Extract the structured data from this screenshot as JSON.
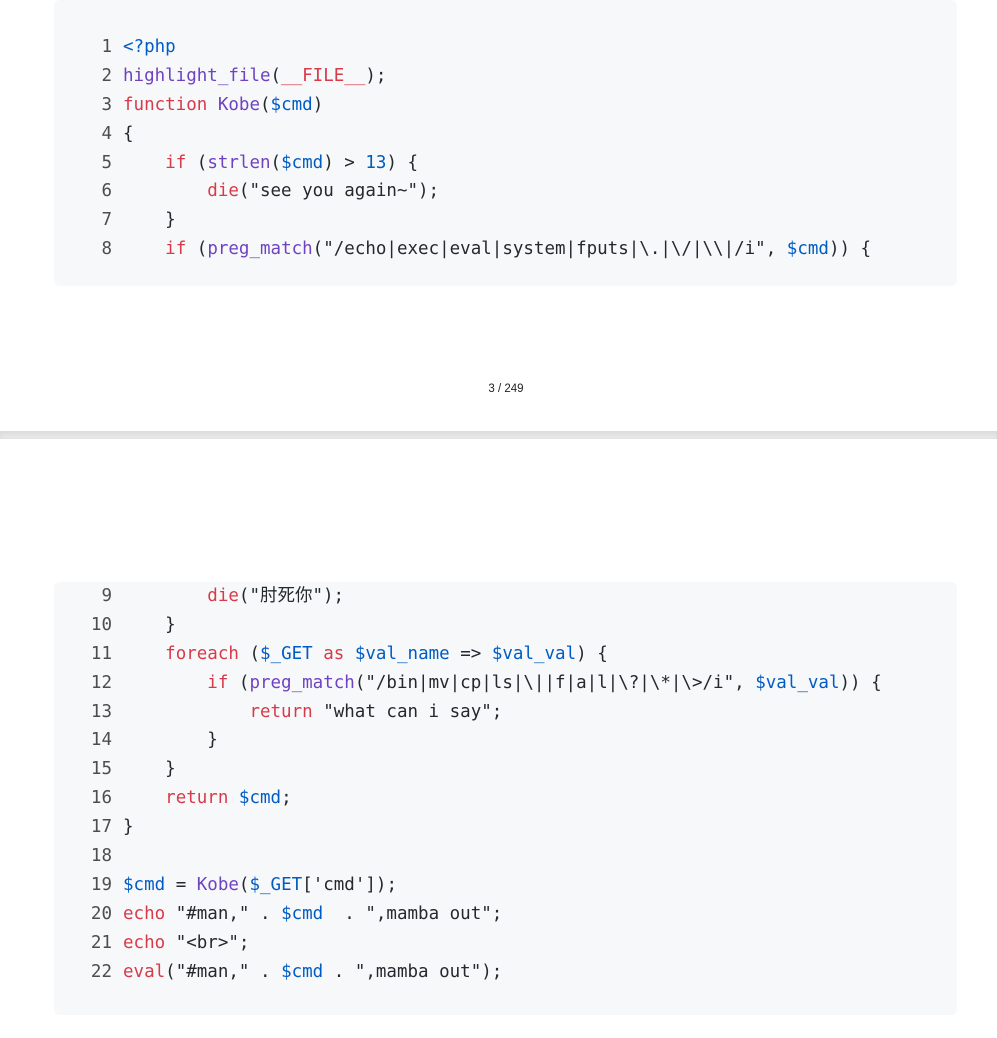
{
  "page_number": "3 / 249",
  "code_block_1": {
    "lines": [
      {
        "num": "1",
        "tokens": [
          {
            "t": "<?php",
            "k": "var"
          }
        ]
      },
      {
        "num": "2",
        "tokens": [
          {
            "t": "highlight_file",
            "k": "fn"
          },
          {
            "t": "(",
            "k": "p"
          },
          {
            "t": "__FILE__",
            "k": "kw"
          },
          {
            "t": ");",
            "k": "p"
          }
        ]
      },
      {
        "num": "3",
        "tokens": [
          {
            "t": "function",
            "k": "kw"
          },
          {
            "t": " ",
            "k": "p"
          },
          {
            "t": "Kobe",
            "k": "fn"
          },
          {
            "t": "(",
            "k": "p"
          },
          {
            "t": "$cmd",
            "k": "var"
          },
          {
            "t": ")",
            "k": "p"
          }
        ]
      },
      {
        "num": "4",
        "tokens": [
          {
            "t": "{",
            "k": "p"
          }
        ]
      },
      {
        "num": "5",
        "tokens": [
          {
            "t": "    ",
            "k": "p"
          },
          {
            "t": "if",
            "k": "kw"
          },
          {
            "t": " (",
            "k": "p"
          },
          {
            "t": "strlen",
            "k": "fn"
          },
          {
            "t": "(",
            "k": "p"
          },
          {
            "t": "$cmd",
            "k": "var"
          },
          {
            "t": ") > ",
            "k": "p"
          },
          {
            "t": "13",
            "k": "num"
          },
          {
            "t": ") {",
            "k": "p"
          }
        ]
      },
      {
        "num": "6",
        "tokens": [
          {
            "t": "        ",
            "k": "p"
          },
          {
            "t": "die",
            "k": "kw"
          },
          {
            "t": "(\"see you again~\");",
            "k": "str"
          }
        ]
      },
      {
        "num": "7",
        "tokens": [
          {
            "t": "    }",
            "k": "p"
          }
        ]
      },
      {
        "num": "8",
        "tokens": [
          {
            "t": "    ",
            "k": "p"
          },
          {
            "t": "if",
            "k": "kw"
          },
          {
            "t": " (",
            "k": "p"
          },
          {
            "t": "preg_match",
            "k": "fn"
          },
          {
            "t": "(\"/echo|exec|eval|system|fputs|\\.|\\/|\\\\|/i\", ",
            "k": "str"
          },
          {
            "t": "$cmd",
            "k": "var"
          },
          {
            "t": ")) {",
            "k": "p"
          }
        ]
      }
    ]
  },
  "code_block_2": {
    "lines": [
      {
        "num": "9",
        "tokens": [
          {
            "t": "        ",
            "k": "p"
          },
          {
            "t": "die",
            "k": "kw"
          },
          {
            "t": "(\"肘死你\");",
            "k": "str"
          }
        ]
      },
      {
        "num": "10",
        "tokens": [
          {
            "t": "    }",
            "k": "p"
          }
        ]
      },
      {
        "num": "11",
        "tokens": [
          {
            "t": "    ",
            "k": "p"
          },
          {
            "t": "foreach",
            "k": "kw"
          },
          {
            "t": " (",
            "k": "p"
          },
          {
            "t": "$_GET",
            "k": "var"
          },
          {
            "t": " ",
            "k": "p"
          },
          {
            "t": "as",
            "k": "kw"
          },
          {
            "t": " ",
            "k": "p"
          },
          {
            "t": "$val_name",
            "k": "var"
          },
          {
            "t": " => ",
            "k": "p"
          },
          {
            "t": "$val_val",
            "k": "var"
          },
          {
            "t": ") {",
            "k": "p"
          }
        ]
      },
      {
        "num": "12",
        "tokens": [
          {
            "t": "        ",
            "k": "p"
          },
          {
            "t": "if",
            "k": "kw"
          },
          {
            "t": " (",
            "k": "p"
          },
          {
            "t": "preg_match",
            "k": "fn"
          },
          {
            "t": "(\"/bin|mv|cp|ls|\\||f|a|l|\\?|\\*|\\>/i\", ",
            "k": "str"
          },
          {
            "t": "$val_val",
            "k": "var"
          },
          {
            "t": ")) {",
            "k": "p"
          }
        ]
      },
      {
        "num": "13",
        "tokens": [
          {
            "t": "            ",
            "k": "p"
          },
          {
            "t": "return",
            "k": "kw"
          },
          {
            "t": " \"what can i say\";",
            "k": "str"
          }
        ]
      },
      {
        "num": "14",
        "tokens": [
          {
            "t": "        }",
            "k": "p"
          }
        ]
      },
      {
        "num": "15",
        "tokens": [
          {
            "t": "    }",
            "k": "p"
          }
        ]
      },
      {
        "num": "16",
        "tokens": [
          {
            "t": "    ",
            "k": "p"
          },
          {
            "t": "return",
            "k": "kw"
          },
          {
            "t": " ",
            "k": "p"
          },
          {
            "t": "$cmd",
            "k": "var"
          },
          {
            "t": ";",
            "k": "p"
          }
        ]
      },
      {
        "num": "17",
        "tokens": [
          {
            "t": "}",
            "k": "p"
          }
        ]
      },
      {
        "num": "18",
        "tokens": []
      },
      {
        "num": "19",
        "tokens": [
          {
            "t": "$cmd",
            "k": "var"
          },
          {
            "t": " = ",
            "k": "p"
          },
          {
            "t": "Kobe",
            "k": "fn"
          },
          {
            "t": "(",
            "k": "p"
          },
          {
            "t": "$_GET",
            "k": "var"
          },
          {
            "t": "['cmd']);",
            "k": "str"
          }
        ]
      },
      {
        "num": "20",
        "tokens": [
          {
            "t": "echo",
            "k": "kw"
          },
          {
            "t": " \"#man,\" . ",
            "k": "str"
          },
          {
            "t": "$cmd",
            "k": "var"
          },
          {
            "t": "  . \",mamba out\";",
            "k": "str"
          }
        ]
      },
      {
        "num": "21",
        "tokens": [
          {
            "t": "echo",
            "k": "kw"
          },
          {
            "t": " \"<br>\";",
            "k": "str"
          }
        ]
      },
      {
        "num": "22",
        "tokens": [
          {
            "t": "eval",
            "k": "kw"
          },
          {
            "t": "(\"#man,\" . ",
            "k": "str"
          },
          {
            "t": "$cmd",
            "k": "var"
          },
          {
            "t": " . \",mamba out\");",
            "k": "str"
          }
        ]
      }
    ]
  }
}
